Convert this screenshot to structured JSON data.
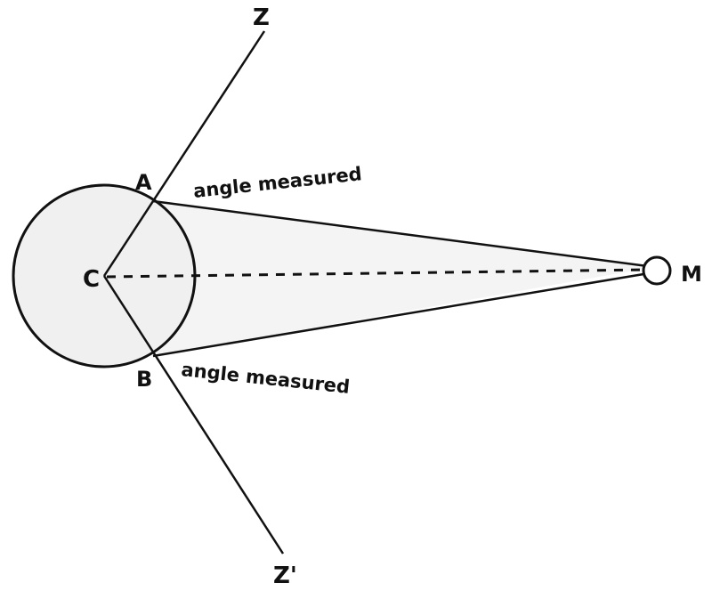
{
  "diagram": {
    "points": {
      "z": "Z",
      "z_prime": "Z'",
      "a": "A",
      "b": "B",
      "c": "C",
      "m": "M"
    },
    "annotations": {
      "upper": "angle measured",
      "lower": "angle measured"
    },
    "colors": {
      "ink": "#111111",
      "fill": "#f2f2f2"
    }
  }
}
